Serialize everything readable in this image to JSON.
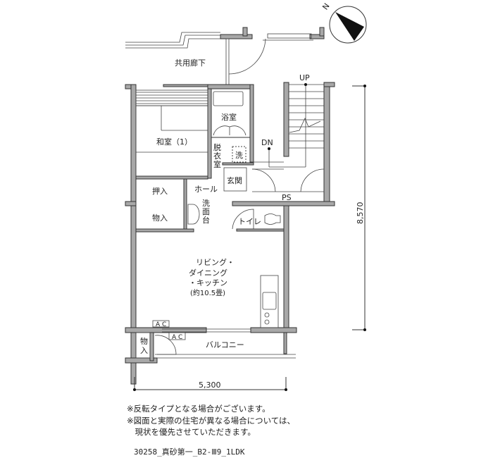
{
  "compass": {
    "north_label": "N"
  },
  "rooms": {
    "corridor": "共用廊下",
    "bath": "浴室",
    "japanese_room": "和室（1）",
    "dressing": [
      "脱",
      "衣",
      "室"
    ],
    "washer": "洗",
    "entrance": "玄関",
    "hall": "ホール",
    "closet": "押入",
    "storage": "物入",
    "washbasin": [
      "洗",
      "面",
      "台"
    ],
    "toilet": "トイレ",
    "ps": "PS",
    "ldk": [
      "リビング・",
      "ダイニング",
      "・キッチン",
      "(約10.5畳)"
    ],
    "ac_indoor": "A C",
    "ac_outdoor": "A C",
    "balcony_storage": [
      "物",
      "入"
    ],
    "balcony": "バルコニー"
  },
  "stairs": {
    "up": "UP",
    "down": "DN"
  },
  "dimensions": {
    "depth": "8,570",
    "width": "5,300"
  },
  "notes": [
    "※反転タイプとなる場合がございます。",
    "※図面と実際の住宅が異なる場合については、",
    "　現状を優先させていただきます。"
  ],
  "plan_code": "30258_真砂第一_B2-Ⅲ9_1LDK"
}
